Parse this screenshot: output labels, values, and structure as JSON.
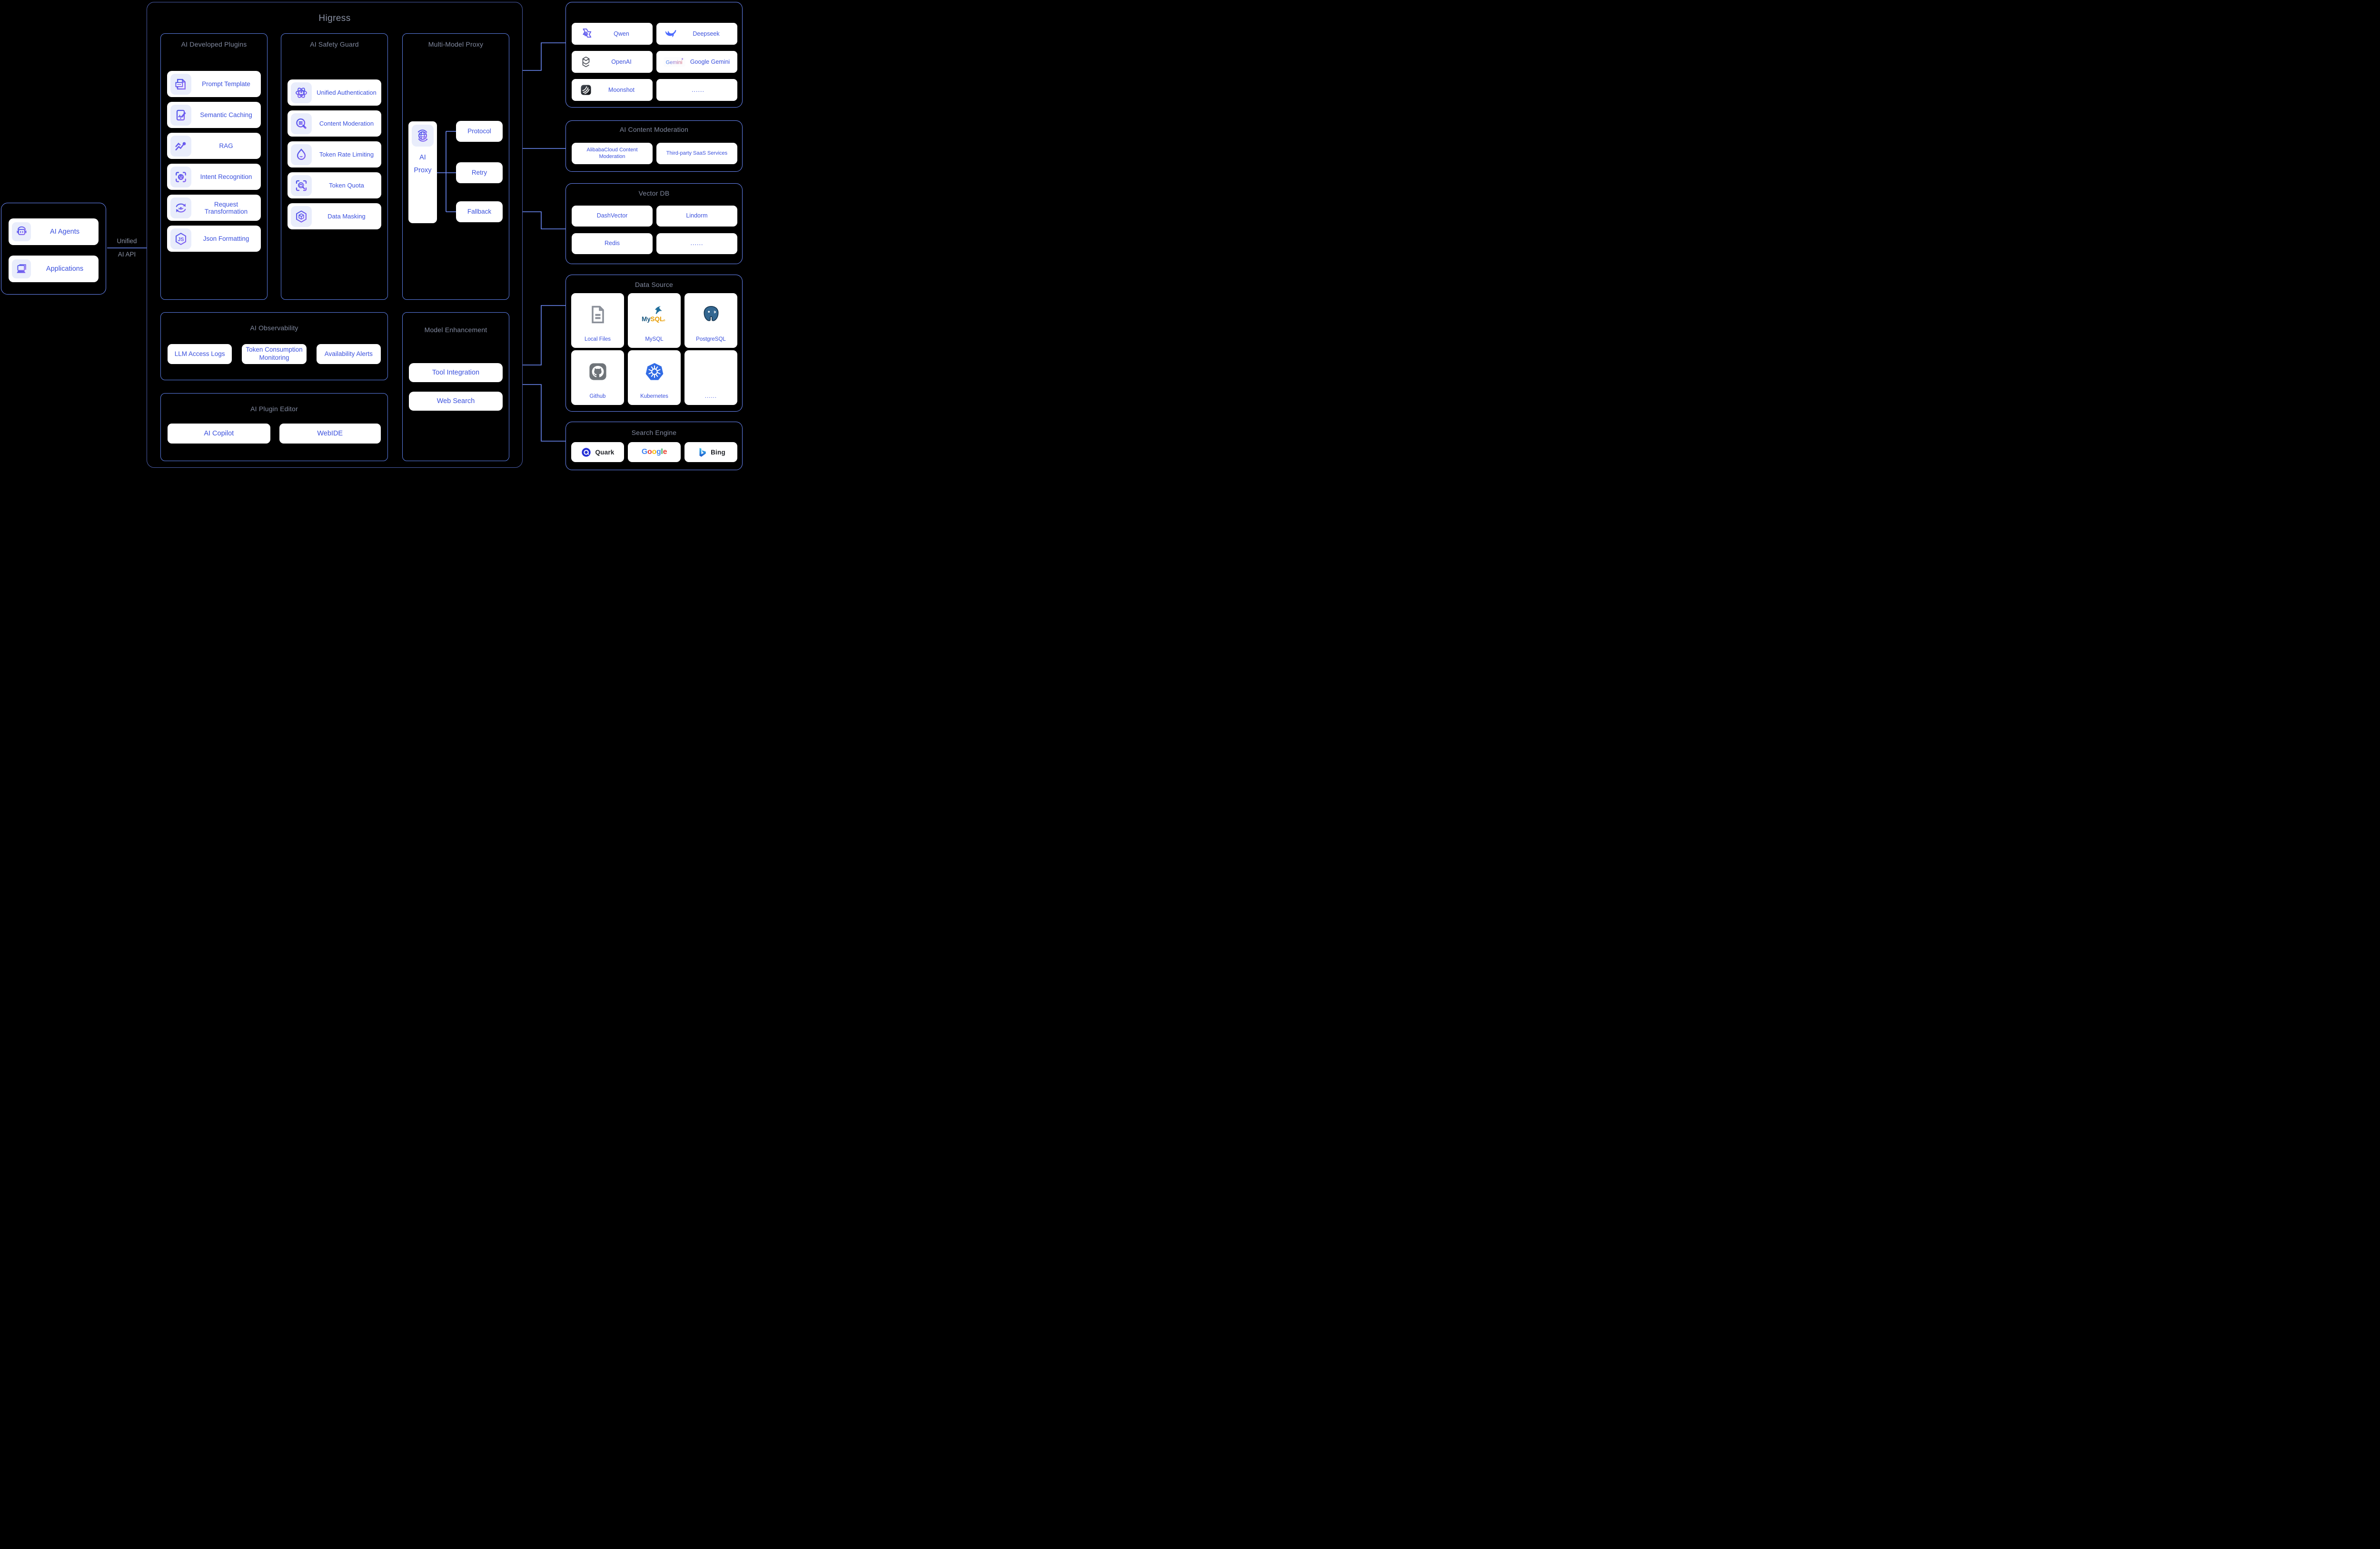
{
  "higress": {
    "title": "Higress",
    "plugins": {
      "title": "AI Developed Plugins",
      "items": [
        {
          "label": "Prompt Template",
          "icon": "prompt-template-icon"
        },
        {
          "label": "Semantic Caching",
          "icon": "semantic-caching-icon"
        },
        {
          "label": "RAG",
          "icon": "rag-chart-icon"
        },
        {
          "label": "Intent Recognition",
          "icon": "intent-recognition-icon"
        },
        {
          "label": "Request Transformation",
          "icon": "request-transformation-icon"
        },
        {
          "label": "Json Formatting",
          "icon": "json-hexagon-icon"
        }
      ]
    },
    "safety": {
      "title": "AI Safety Guard",
      "items": [
        {
          "label": "Unified Authentication",
          "icon": "atom-auth-icon"
        },
        {
          "label": "Content Moderation",
          "icon": "moderation-search-icon"
        },
        {
          "label": "Token Rate Limiting",
          "icon": "water-drop-icon"
        },
        {
          "label": "Token Quota",
          "icon": "token-quota-icon"
        },
        {
          "label": "Data Masking",
          "icon": "data-masking-icon"
        }
      ]
    },
    "proxy": {
      "title": "Multi-Model Proxy",
      "node": {
        "line1": "AI",
        "line2": "Proxy",
        "icon": "globe-icon"
      },
      "features": [
        "Protocol",
        "Retry",
        "Fallback"
      ]
    },
    "observability": {
      "title": "AI Observability",
      "items": [
        "LLM Access Logs",
        "Token Consumption Monitoring",
        "Availability Alerts"
      ]
    },
    "editor": {
      "title": "AI Plugin Editor",
      "items": [
        "AI Copilot",
        "WebIDE"
      ]
    },
    "enhancement": {
      "title": "Model Enhancement",
      "items": [
        "Tool Integration",
        "Web Search"
      ]
    }
  },
  "clients": {
    "items": [
      {
        "label": "AI Agents",
        "icon": "robot-icon"
      },
      {
        "label": "Applications",
        "icon": "laptop-icon"
      }
    ]
  },
  "unified_api": {
    "line1": "Unified",
    "line2": "AI API"
  },
  "providers": {
    "items": [
      {
        "label": "Qwen",
        "icon": "qwen-logo"
      },
      {
        "label": "Deepseek",
        "icon": "deepseek-logo"
      },
      {
        "label": "OpenAI",
        "icon": "openai-logo"
      },
      {
        "label": "Google Gemini",
        "icon": "gemini-logo",
        "logo_text": "Gemini"
      },
      {
        "label": "Moonshot",
        "icon": "moonshot-logo"
      },
      {
        "label": "......"
      }
    ]
  },
  "moderation": {
    "title": "AI Content Moderation",
    "items": [
      "AlibabaCloud Content Moderation",
      "Third-party SaaS Services"
    ]
  },
  "vector_db": {
    "title": "Vector DB",
    "items": [
      "DashVector",
      "Lindorm",
      "Redis",
      "......"
    ]
  },
  "data_source": {
    "title": "Data Source",
    "items": [
      {
        "label": "Local Files",
        "icon": "file-icon"
      },
      {
        "label": "MySQL",
        "icon": "mysql-logo"
      },
      {
        "label": "PostgreSQL",
        "icon": "postgresql-logo"
      },
      {
        "label": "Github",
        "icon": "github-logo"
      },
      {
        "label": "Kubernetes",
        "icon": "kubernetes-logo"
      },
      {
        "label": "......"
      }
    ]
  },
  "search_engine": {
    "title": "Search Engine",
    "items": [
      {
        "label": "Quark",
        "icon": "quark-logo"
      },
      {
        "label": "Google",
        "icon": "google-logo"
      },
      {
        "label": "Bing",
        "icon": "bing-logo"
      }
    ]
  },
  "colors": {
    "background": "#000000",
    "panel_border": "#6b8afd",
    "inner_border": "#5d80ea",
    "outer_border": "#4d5fae",
    "card_text": "#3a50dd",
    "title_gray": "#828aa0",
    "icon_tile_bg": "#e9edfb",
    "icon_gradient_start": "#4b55ea",
    "icon_gradient_end": "#8a63f2"
  }
}
